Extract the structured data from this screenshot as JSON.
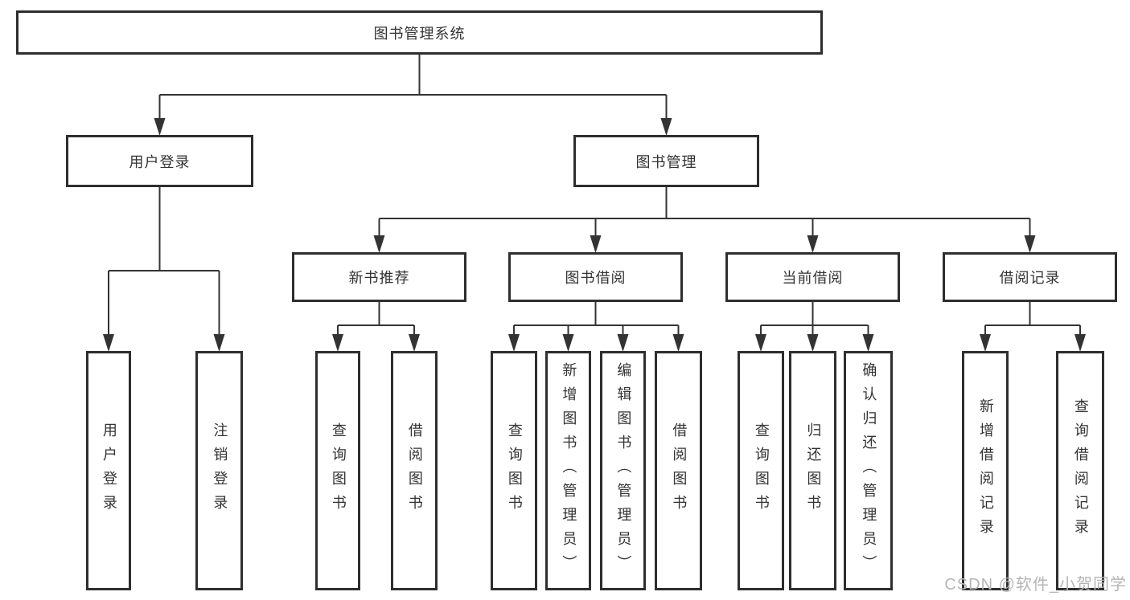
{
  "colors": {
    "line": "#333333",
    "box_border": "#2e2e2e",
    "box_fill": "#ffffff",
    "text": "#333333",
    "watermark_text": "#b5b5b5",
    "background": "#ffffff"
  },
  "watermark": "CSDN @软件_小贺同学",
  "tree": {
    "root": {
      "label": "图书管理系统"
    },
    "branches": [
      {
        "label": "用户登录",
        "children": [
          {
            "label": "用户登录"
          },
          {
            "label": "注销登录"
          }
        ]
      },
      {
        "label": "图书管理",
        "children": [
          {
            "label": "新书推荐",
            "children": [
              {
                "label": "查询图书"
              },
              {
                "label": "借阅图书"
              }
            ]
          },
          {
            "label": "图书借阅",
            "children": [
              {
                "label": "查询图书"
              },
              {
                "label": "新增图书（管理员）"
              },
              {
                "label": "编辑图书（管理员）"
              },
              {
                "label": "借阅图书"
              }
            ]
          },
          {
            "label": "当前借阅",
            "children": [
              {
                "label": "查询图书"
              },
              {
                "label": "归还图书"
              },
              {
                "label": "确认归还（管理员）"
              }
            ]
          },
          {
            "label": "借阅记录",
            "children": [
              {
                "label": "新增借阅记录"
              },
              {
                "label": "查询借阅记录"
              }
            ]
          }
        ]
      }
    ]
  }
}
